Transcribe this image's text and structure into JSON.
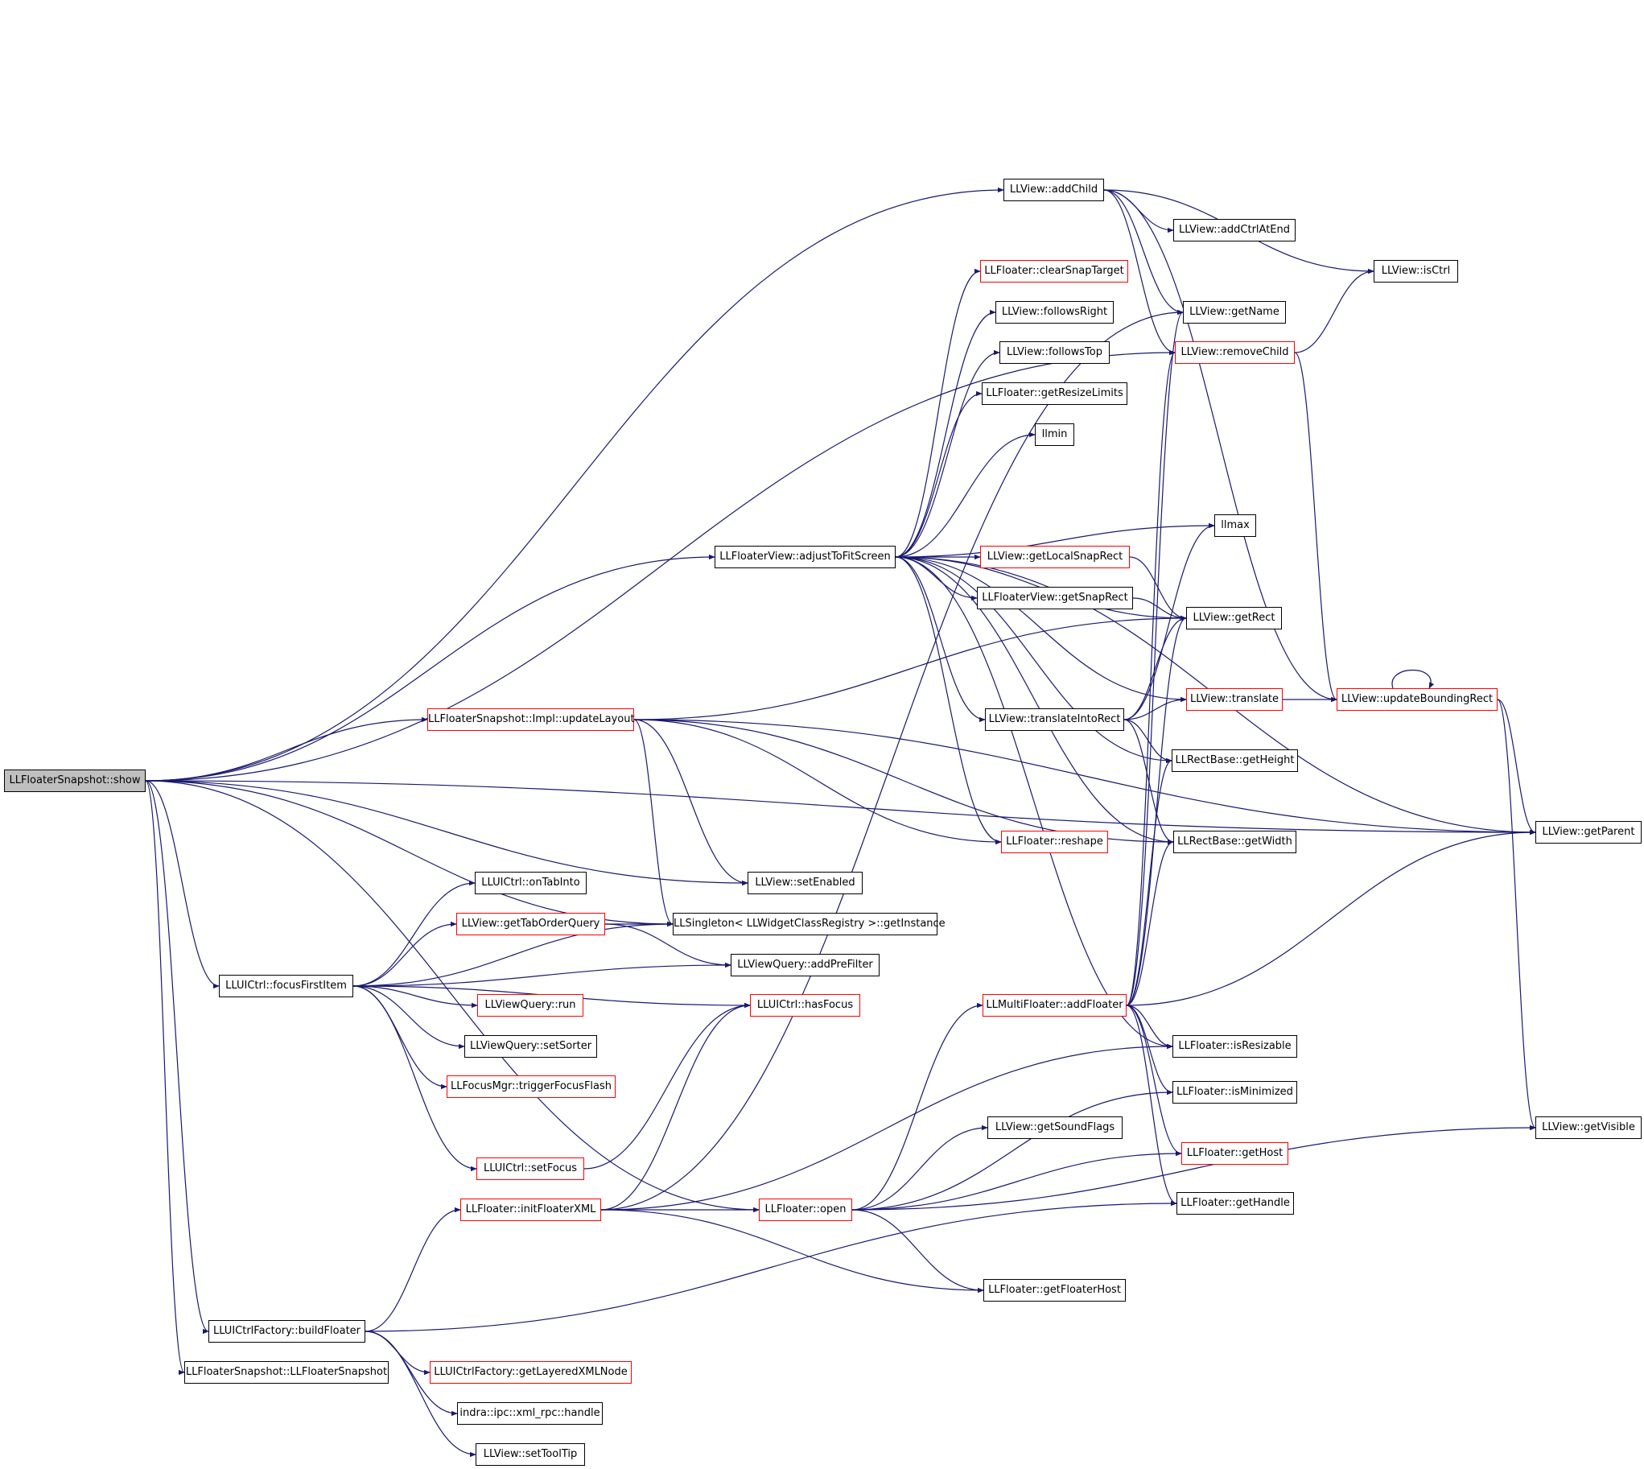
{
  "colors": {
    "edge": "#191970",
    "node_border": "#000000",
    "undocumented_border": "#ff0000",
    "root_fill": "#bfbfbf"
  },
  "nodes": {
    "root": "LLFloaterSnapshot::show",
    "add_child": "LLView::addChild",
    "add_ctrl_at_end": "LLView::addCtrlAtEnd",
    "is_ctrl": "LLView::isCtrl",
    "clear_snap_target": "LLFloater::clearSnapTarget",
    "follows_right": "LLView::followsRight",
    "get_name": "LLView::getName",
    "follows_top": "LLView::followsTop",
    "remove_child": "LLView::removeChild",
    "get_resize_limits": "LLFloater::getResizeLimits",
    "llmin": "llmin",
    "llmax": "llmax",
    "adjust_to_fit_screen": "LLFloaterView::adjustToFitScreen",
    "get_local_snap_rect": "LLView::getLocalSnapRect",
    "get_snap_rect": "LLFloaterView::getSnapRect",
    "get_rect": "LLView::getRect",
    "translate": "LLView::translate",
    "update_bounding_rect": "LLView::updateBoundingRect",
    "update_layout": "LLFloaterSnapshot::Impl::updateLayout",
    "translate_into_rect": "LLView::translateIntoRect",
    "get_height": "LLRectBase::getHeight",
    "get_parent": "LLView::getParent",
    "reshape": "LLFloater::reshape",
    "get_width": "LLRectBase::getWidth",
    "on_tab_into": "LLUICtrl::onTabInto",
    "set_enabled": "LLView::setEnabled",
    "get_tab_order_query": "LLView::getTabOrderQuery",
    "get_instance": "LLSingleton< LLWidgetClassRegistry >::getInstance",
    "add_pre_filter": "LLViewQuery::addPreFilter",
    "focus_first_item": "LLUICtrl::focusFirstItem",
    "run": "LLViewQuery::run",
    "has_focus": "LLUICtrl::hasFocus",
    "add_floater": "LLMultiFloater::addFloater",
    "set_sorter": "LLViewQuery::setSorter",
    "is_resizable": "LLFloater::isResizable",
    "trigger_focus_flash": "LLFocusMgr::triggerFocusFlash",
    "is_minimized": "LLFloater::isMinimized",
    "get_visible": "LLView::getVisible",
    "get_sound_flags": "LLView::getSoundFlags",
    "set_focus": "LLUICtrl::setFocus",
    "get_host": "LLFloater::getHost",
    "get_handle": "LLFloater::getHandle",
    "init_floater_xml": "LLFloater::initFloaterXML",
    "open": "LLFloater::open",
    "get_floater_host": "LLFloater::getFloaterHost",
    "build_floater": "LLUICtrlFactory::buildFloater",
    "constructor": "LLFloaterSnapshot::LLFloaterSnapshot",
    "get_layered_xml_node": "LLUICtrlFactory::getLayeredXMLNode",
    "xml_rpc_handle": "indra::ipc::xml_rpc::handle",
    "set_tool_tip": "LLView::setToolTip"
  },
  "edges": [
    [
      "root",
      "add_child"
    ],
    [
      "root",
      "remove_child"
    ],
    [
      "root",
      "adjust_to_fit_screen"
    ],
    [
      "root",
      "update_layout"
    ],
    [
      "root",
      "get_instance"
    ],
    [
      "root",
      "set_enabled"
    ],
    [
      "root",
      "get_parent"
    ],
    [
      "root",
      "focus_first_item"
    ],
    [
      "root",
      "open"
    ],
    [
      "root",
      "build_floater"
    ],
    [
      "root",
      "constructor"
    ],
    [
      "add_child",
      "add_ctrl_at_end"
    ],
    [
      "add_child",
      "is_ctrl"
    ],
    [
      "add_child",
      "get_name"
    ],
    [
      "add_child",
      "remove_child"
    ],
    [
      "add_child",
      "update_bounding_rect"
    ],
    [
      "remove_child",
      "is_ctrl"
    ],
    [
      "remove_child",
      "update_bounding_rect"
    ],
    [
      "update_bounding_rect",
      "update_bounding_rect"
    ],
    [
      "update_bounding_rect",
      "get_parent"
    ],
    [
      "update_bounding_rect",
      "get_visible"
    ],
    [
      "adjust_to_fit_screen",
      "clear_snap_target"
    ],
    [
      "adjust_to_fit_screen",
      "follows_right"
    ],
    [
      "adjust_to_fit_screen",
      "follows_top"
    ],
    [
      "adjust_to_fit_screen",
      "get_resize_limits"
    ],
    [
      "adjust_to_fit_screen",
      "llmin"
    ],
    [
      "adjust_to_fit_screen",
      "llmax"
    ],
    [
      "adjust_to_fit_screen",
      "get_local_snap_rect"
    ],
    [
      "adjust_to_fit_screen",
      "get_snap_rect"
    ],
    [
      "adjust_to_fit_screen",
      "get_rect"
    ],
    [
      "adjust_to_fit_screen",
      "translate"
    ],
    [
      "adjust_to_fit_screen",
      "translate_into_rect"
    ],
    [
      "adjust_to_fit_screen",
      "get_height"
    ],
    [
      "adjust_to_fit_screen",
      "get_width"
    ],
    [
      "adjust_to_fit_screen",
      "reshape"
    ],
    [
      "adjust_to_fit_screen",
      "is_resizable"
    ],
    [
      "adjust_to_fit_screen",
      "get_parent"
    ],
    [
      "get_local_snap_rect",
      "get_rect"
    ],
    [
      "get_snap_rect",
      "get_rect"
    ],
    [
      "translate",
      "update_bounding_rect"
    ],
    [
      "translate_into_rect",
      "llmax"
    ],
    [
      "translate_into_rect",
      "get_rect"
    ],
    [
      "translate_into_rect",
      "translate"
    ],
    [
      "translate_into_rect",
      "get_height"
    ],
    [
      "translate_into_rect",
      "get_width"
    ],
    [
      "update_layout",
      "get_rect"
    ],
    [
      "update_layout",
      "reshape"
    ],
    [
      "update_layout",
      "set_enabled"
    ],
    [
      "update_layout",
      "get_instance"
    ],
    [
      "update_layout",
      "get_width"
    ],
    [
      "update_layout",
      "get_parent"
    ],
    [
      "focus_first_item",
      "on_tab_into"
    ],
    [
      "focus_first_item",
      "get_tab_order_query"
    ],
    [
      "focus_first_item",
      "add_pre_filter"
    ],
    [
      "focus_first_item",
      "run"
    ],
    [
      "focus_first_item",
      "set_sorter"
    ],
    [
      "focus_first_item",
      "trigger_focus_flash"
    ],
    [
      "focus_first_item",
      "set_focus"
    ],
    [
      "focus_first_item",
      "get_instance"
    ],
    [
      "focus_first_item",
      "has_focus"
    ],
    [
      "get_tab_order_query",
      "get_instance"
    ],
    [
      "get_tab_order_query",
      "add_pre_filter"
    ],
    [
      "set_focus",
      "has_focus"
    ],
    [
      "init_floater_xml",
      "has_focus"
    ],
    [
      "init_floater_xml",
      "is_resizable"
    ],
    [
      "init_floater_xml",
      "open"
    ],
    [
      "init_floater_xml",
      "get_floater_host"
    ],
    [
      "init_floater_xml",
      "get_name"
    ],
    [
      "open",
      "add_floater"
    ],
    [
      "open",
      "get_sound_flags"
    ],
    [
      "open",
      "is_minimized"
    ],
    [
      "open",
      "get_host"
    ],
    [
      "open",
      "get_floater_host"
    ],
    [
      "open",
      "get_visible"
    ],
    [
      "add_floater",
      "get_name"
    ],
    [
      "add_floater",
      "remove_child"
    ],
    [
      "add_floater",
      "get_rect"
    ],
    [
      "add_floater",
      "get_height"
    ],
    [
      "add_floater",
      "get_width"
    ],
    [
      "add_floater",
      "is_resizable"
    ],
    [
      "add_floater",
      "is_minimized"
    ],
    [
      "add_floater",
      "get_host"
    ],
    [
      "add_floater",
      "get_handle"
    ],
    [
      "add_floater",
      "get_parent"
    ],
    [
      "build_floater",
      "init_floater_xml"
    ],
    [
      "build_floater",
      "get_layered_xml_node"
    ],
    [
      "build_floater",
      "xml_rpc_handle"
    ],
    [
      "build_floater",
      "set_tool_tip"
    ],
    [
      "build_floater",
      "get_handle"
    ]
  ]
}
